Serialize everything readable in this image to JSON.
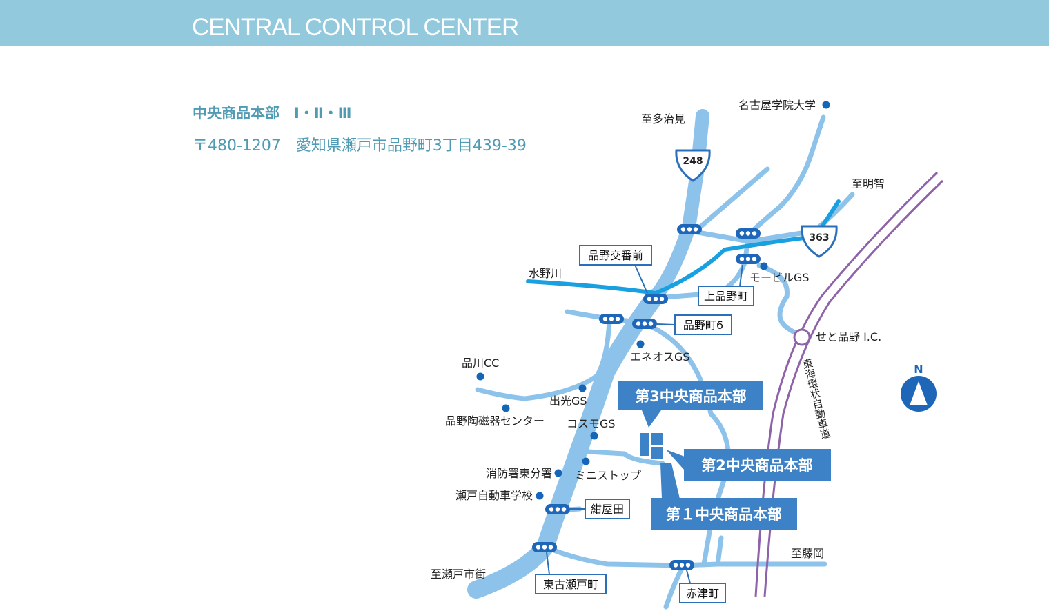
{
  "header": {
    "title": "CENTRAL CONTROL CENTER"
  },
  "address": {
    "name": "中央商品本部　Ⅰ・Ⅱ・Ⅲ",
    "line": "〒480-1207　愛知県瀬戸市品野町3丁目439-39"
  },
  "colors": {
    "header_bg": "#92c9dc",
    "road": "#8dc3ea",
    "river": "#19a0e0",
    "expressway": "#8e63a9",
    "box_fill": "#3d82c6",
    "label_border": "#2a6fb8",
    "poi": "#1565b8"
  },
  "map": {
    "highway_shields": [
      "248",
      "363"
    ],
    "destinations": {
      "tajimi": "至多治見",
      "meichi": "至明智",
      "seto_city": "至瀬戸市街",
      "fujioka": "至藤岡"
    },
    "river": "水野川",
    "expressway": "東海環状自動車道",
    "interchange": "せと品野 I.C.",
    "pois": {
      "university": "名古屋学院大学",
      "mobil": "モービルGS",
      "eneos": "エネオスGS",
      "shinagawa_cc": "品川CC",
      "idemitsu": "出光GS",
      "ceramics_center": "品野陶磁器センター",
      "cosmo": "コスモGS",
      "ministop": "ミニストップ",
      "fire_station": "消防署東分署",
      "driving_school": "瀬戸自動車学校"
    },
    "intersections": {
      "shinano_koban": "品野交番前",
      "kami_shinano": "上品野町",
      "shinano6": "品野町6",
      "konyada": "紺屋田",
      "higashi_koseto": "東古瀬戸町",
      "akazu": "赤津町"
    },
    "buildings": {
      "hq3": "第3中央商品本部",
      "hq2": "第2中央商品本部",
      "hq1": "第１中央商品本部"
    },
    "compass": "N"
  }
}
